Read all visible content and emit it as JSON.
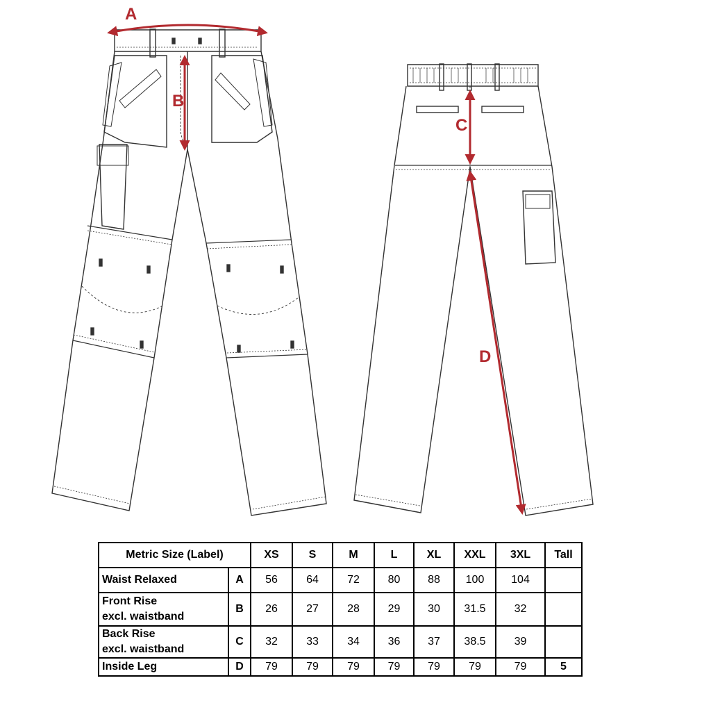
{
  "measure_labels": [
    "A",
    "B",
    "C",
    "D"
  ],
  "colors": {
    "measure_arrow": "#b22a2f",
    "line_art": "#333333"
  },
  "table": {
    "header_label": "Metric Size (Label)",
    "sizes": [
      "XS",
      "S",
      "M",
      "L",
      "XL",
      "XXL",
      "3XL",
      "Tall"
    ],
    "rows": [
      {
        "name_line1": "Waist Relaxed",
        "name_line2": "",
        "code": "A",
        "values": [
          "56",
          "64",
          "72",
          "80",
          "88",
          "100",
          "104",
          ""
        ]
      },
      {
        "name_line1": "Front Rise",
        "name_line2": "excl. waistband",
        "code": "B",
        "values": [
          "26",
          "27",
          "28",
          "29",
          "30",
          "31.5",
          "32",
          ""
        ]
      },
      {
        "name_line1": "Back Rise",
        "name_line2": "excl. waistband",
        "code": "C",
        "values": [
          "32",
          "33",
          "34",
          "36",
          "37",
          "38.5",
          "39",
          ""
        ]
      },
      {
        "name_line1": "Inside Leg",
        "name_line2": "",
        "code": "D",
        "values": [
          "79",
          "79",
          "79",
          "79",
          "79",
          "79",
          "79",
          "5"
        ]
      }
    ]
  }
}
